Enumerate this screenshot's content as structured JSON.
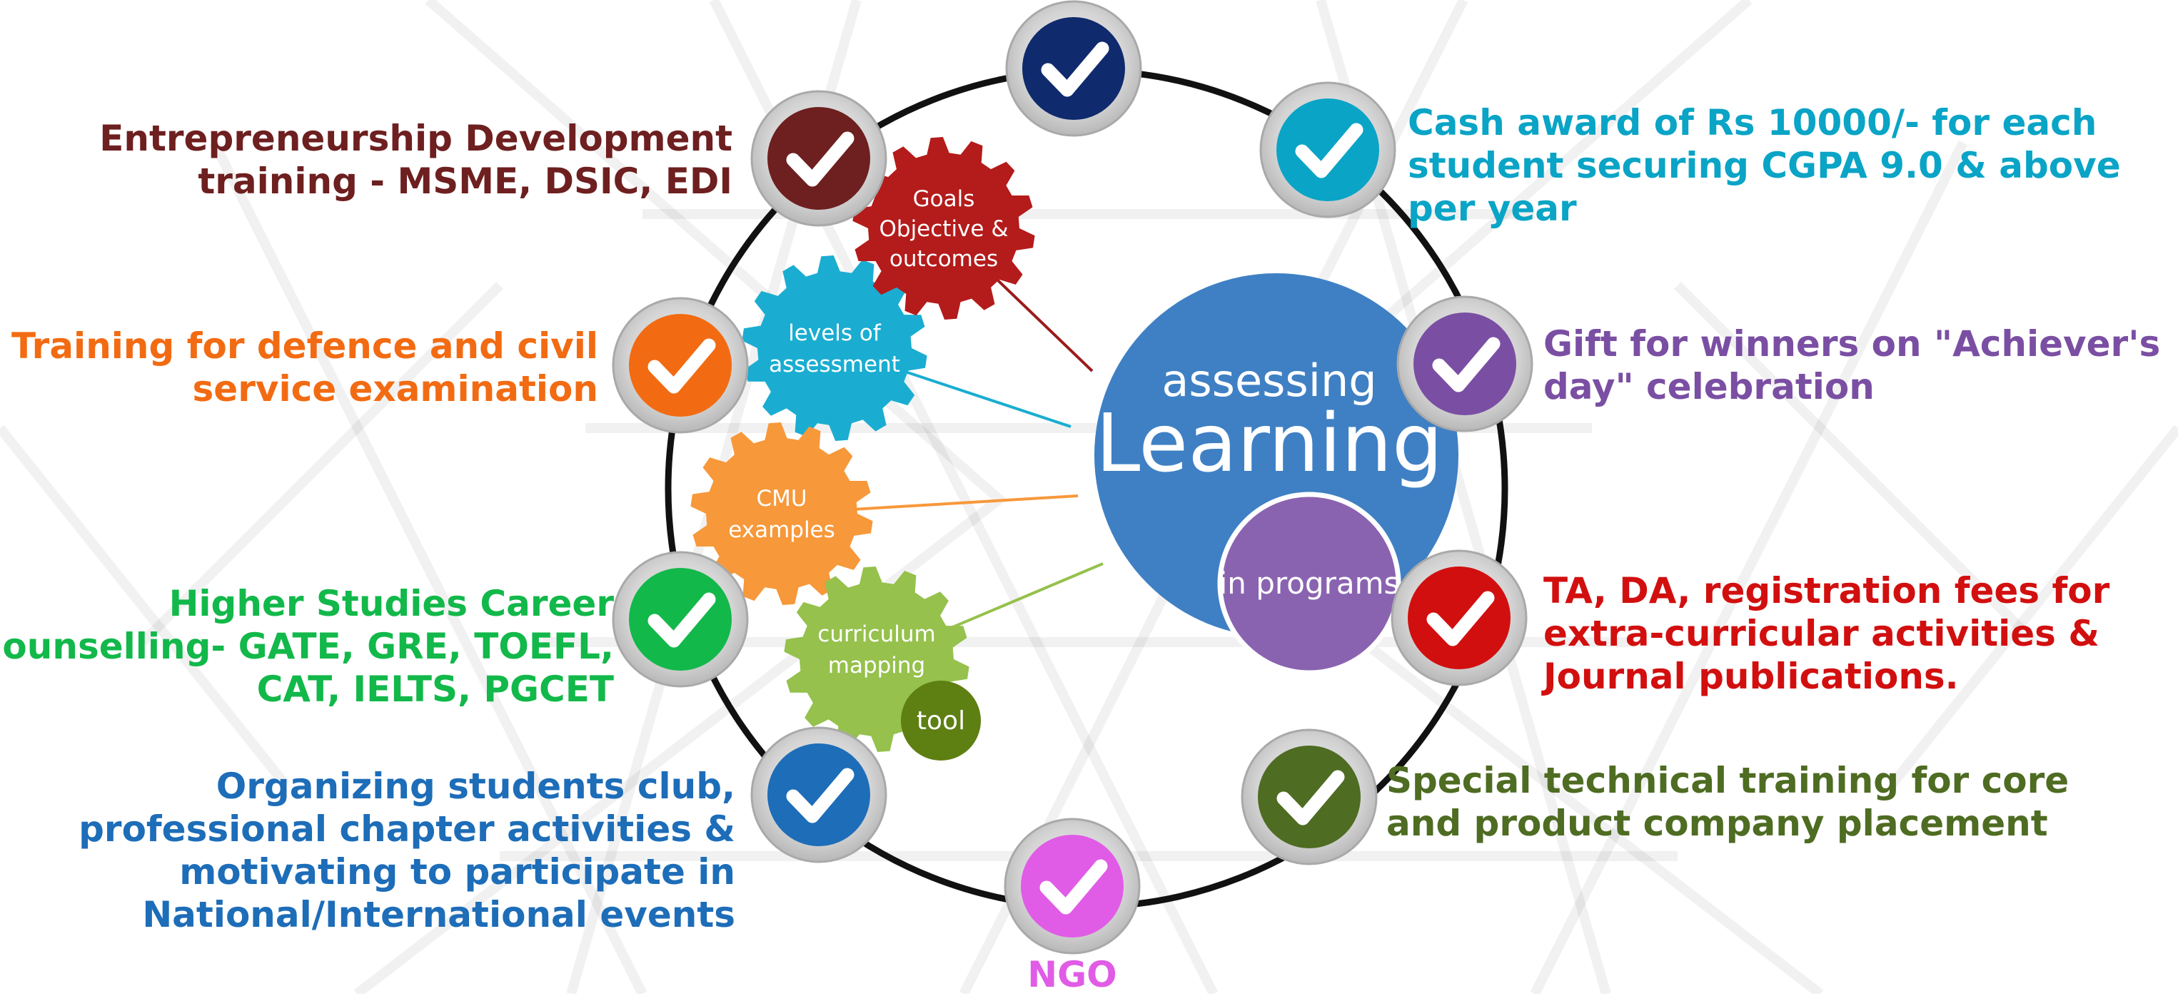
{
  "hub": {
    "top_line": "assessing",
    "main_word": "Learning",
    "sub_label": "in programs",
    "color": "#3f80c4",
    "sub_color": "#8a63b0"
  },
  "gears": [
    {
      "id": "goals",
      "lines": [
        "Goals",
        "Objective &",
        "outcomes"
      ],
      "color": "#b41b1b",
      "line_color": "#9b1c1c"
    },
    {
      "id": "levels",
      "lines": [
        "levels of",
        "assessment"
      ],
      "color": "#1aadd1",
      "line_color": "#1aadd1"
    },
    {
      "id": "cmu",
      "lines": [
        "CMU",
        "examples"
      ],
      "color": "#f7983a",
      "line_color": "#f7983a"
    },
    {
      "id": "curriculum",
      "lines": [
        "curriculum",
        "mapping"
      ],
      "color": "#95c14c",
      "line_color": "#95c14c"
    }
  ],
  "tool_badge": {
    "label": "tool",
    "color": "#5e7f12"
  },
  "nodes": [
    {
      "id": "top",
      "color": "#0f2a6d",
      "lines": []
    },
    {
      "id": "cash-award",
      "color": "#0aa4c6",
      "lines": [
        "Cash award of Rs 10000/- for each",
        "student securing CGPA 9.0 & above",
        "per year"
      ]
    },
    {
      "id": "achievers-day",
      "color": "#7a4fa3",
      "lines": [
        "Gift for winners on \"Achiever's",
        "day\" celebration"
      ]
    },
    {
      "id": "ta-da",
      "color": "#d20f0f",
      "lines": [
        "TA, DA, registration fees for",
        "extra-curricular activities &",
        "Journal publications."
      ]
    },
    {
      "id": "technical-training",
      "color": "#4e6c22",
      "lines": [
        "Special technical training for core",
        "and product company placement"
      ]
    },
    {
      "id": "ngo",
      "color": "#e05ce6",
      "lines": [
        "NGO"
      ]
    },
    {
      "id": "students-club",
      "color": "#1d6db8",
      "lines": [
        "Organizing students club,",
        "professional chapter activities &",
        "motivating to participate in",
        "National/International events"
      ]
    },
    {
      "id": "higher-studies",
      "color": "#12b84a",
      "lines": [
        "Higher Studies Career",
        "counselling- GATE, GRE, TOEFL,",
        "CAT, IELTS, PGCET"
      ]
    },
    {
      "id": "defence-training",
      "color": "#f26b12",
      "lines": [
        "Training for defence and civil",
        "service examination"
      ]
    },
    {
      "id": "entrepreneurship",
      "color": "#6e1f1f",
      "lines": [
        "Entrepreneurship Development",
        "training - MSME, DSIC, EDI"
      ]
    }
  ]
}
